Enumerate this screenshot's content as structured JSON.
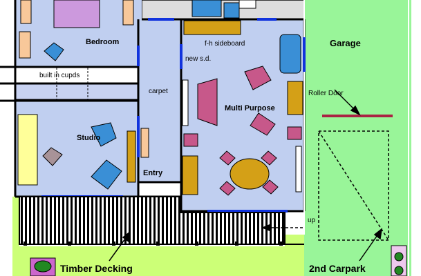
{
  "rooms": {
    "bedroom": "Bedroom",
    "studio": "Studio",
    "entry": "Entry",
    "multi_purpose": "Multi Purpose",
    "garage": "Garage"
  },
  "labels": {
    "built_in_cupboards": "built in cupds",
    "carpet": "carpet",
    "new_sd": "new s.d.",
    "sideboard": "f-h sideboard",
    "roller_door": "Roller Door",
    "up": "up",
    "timber_decking": "Timber Decking",
    "second_carpark": "2nd Carpark"
  },
  "colors": {
    "room_fill": "#c0cff0",
    "lawn": "#ccff77",
    "garage_green": "#99f599",
    "furniture_gold": "#d4a017",
    "furniture_pink": "#c7588a",
    "furniture_blue": "#3a8fd6",
    "furniture_lilac": "#cc99dd",
    "furniture_peach": "#f8c89a",
    "furniture_yellow": "#ffff99",
    "roller_door": "#aa2244",
    "window_blue": "#1133dd"
  }
}
